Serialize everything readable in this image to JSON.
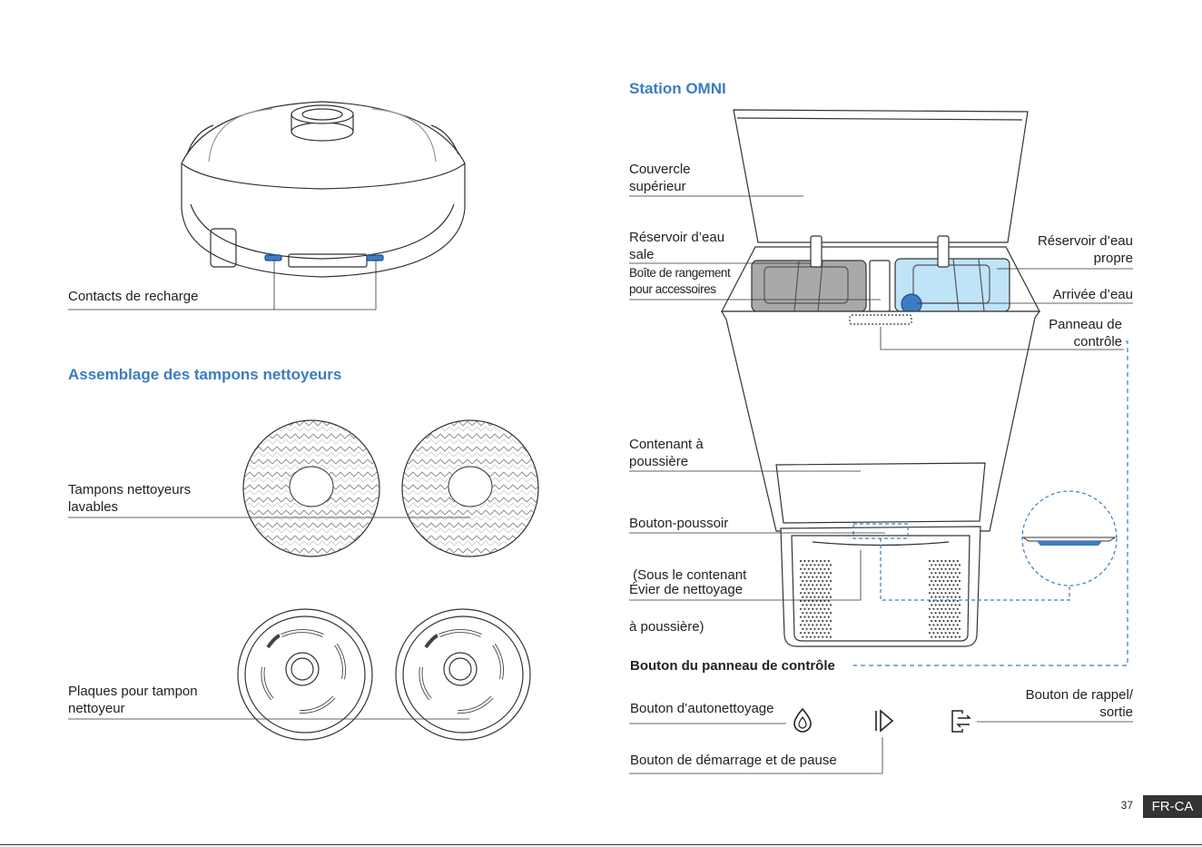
{
  "robot": {
    "charging_contacts": "Contacts de recharge"
  },
  "pads_section": {
    "heading": "Assemblage des tampons nettoyeurs",
    "washable_pads": [
      "Tampons nettoyeurs",
      "lavables"
    ],
    "pad_plates": [
      "Plaques pour tampon",
      "nettoyeur"
    ]
  },
  "station": {
    "heading": "Station OMNI",
    "top_cover": [
      "Couvercle",
      "supérieur"
    ],
    "dirty_tank": [
      "Réservoir d’eau",
      "sale"
    ],
    "storage_box": [
      "Boîte de rangement",
      "pour accessoires"
    ],
    "clean_tank": [
      "Réservoir d’eau",
      "propre"
    ],
    "water_inlet": "Arrivée d’eau",
    "control_panel": [
      "Panneau de",
      "contrôle"
    ],
    "dust_container": [
      "Contenant à",
      "poussière"
    ],
    "push_button": [
      "Bouton-poussoir",
      " (Sous le contenant",
      "à poussière)"
    ],
    "cleaning_tray": "Évier de nettoyage"
  },
  "control_buttons": {
    "heading": "Bouton du panneau de contrôle",
    "self_clean": "Bouton d’autonettoyage",
    "recall_exit": [
      "Bouton de rappel/",
      "sortie"
    ],
    "start_pause": "Bouton de démarrage et de pause"
  },
  "footer": {
    "page_number": "37",
    "locale_badge": "FR-CA"
  },
  "colors": {
    "accent_blue": "#3b7cc4",
    "clean_tank_fill": "#bfe3f7",
    "dirty_tank_fill": "#a9a9a9"
  }
}
